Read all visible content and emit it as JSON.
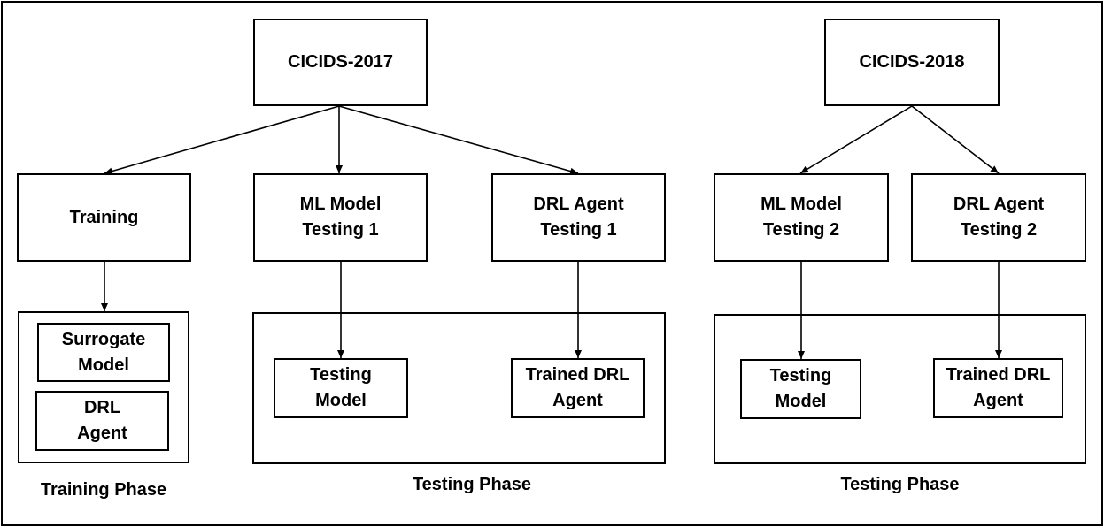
{
  "datasets": {
    "cicids2017": "CICIDS-2017",
    "cicids2018": "CICIDS-2018"
  },
  "nodes": {
    "training": "Training",
    "ml_model_testing_1": "ML Model\nTesting 1",
    "drl_agent_testing_1": "DRL Agent\nTesting 1",
    "ml_model_testing_2": "ML Model\nTesting 2",
    "drl_agent_testing_2": "DRL Agent\nTesting 2"
  },
  "training_phase": {
    "surrogate_model": "Surrogate\nModel",
    "drl_agent": "DRL\nAgent",
    "caption": "Training Phase"
  },
  "testing_phase_1": {
    "testing_model": "Testing\nModel",
    "trained_drl_agent": "Trained DRL\nAgent",
    "caption": "Testing Phase"
  },
  "testing_phase_2": {
    "testing_model": "Testing\nModel",
    "trained_drl_agent": "Trained DRL\nAgent",
    "caption": "Testing Phase"
  },
  "edges": [
    {
      "from": "CICIDS-2017",
      "to": "Training"
    },
    {
      "from": "CICIDS-2017",
      "to": "ML Model Testing 1"
    },
    {
      "from": "CICIDS-2017",
      "to": "DRL Agent Testing 1"
    },
    {
      "from": "CICIDS-2018",
      "to": "ML Model Testing 2"
    },
    {
      "from": "CICIDS-2018",
      "to": "DRL Agent Testing 2"
    },
    {
      "from": "Training",
      "to": "Training Phase"
    },
    {
      "from": "ML Model Testing 1",
      "to": "Testing Model"
    },
    {
      "from": "DRL Agent Testing 1",
      "to": "Trained DRL Agent"
    },
    {
      "from": "ML Model Testing 2",
      "to": "Testing Model"
    },
    {
      "from": "DRL Agent Testing 2",
      "to": "Trained DRL Agent"
    }
  ]
}
